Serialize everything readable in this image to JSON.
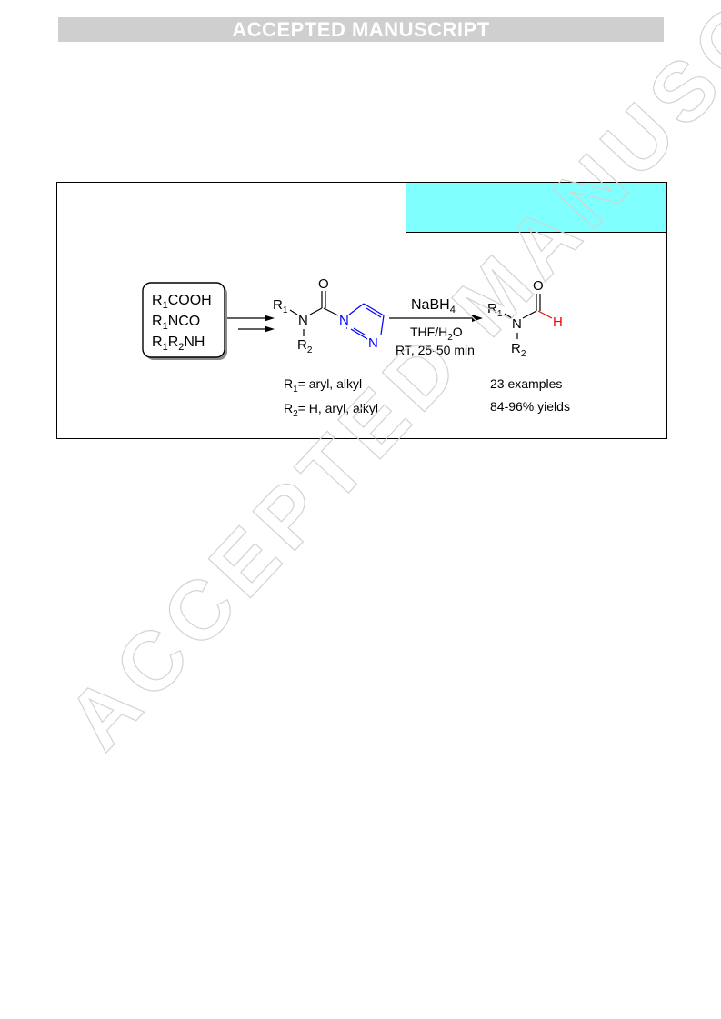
{
  "banner": {
    "text": "ACCEPTED MANUSCRIPT"
  },
  "watermark": {
    "text": "ACCEPTED MANUSCRIPT"
  },
  "scheme": {
    "reagents": {
      "line1": [
        "R",
        "1",
        "COOH"
      ],
      "line2": [
        "R",
        "1",
        "NCO"
      ],
      "line3": [
        "R",
        "1",
        "R",
        "2",
        "NH"
      ]
    },
    "intermediate": {
      "O": "O",
      "R1": [
        "R",
        "1"
      ],
      "N_amide": "N",
      "R2": [
        "R",
        "2"
      ],
      "N_imid1": "N",
      "N_imid3": "N"
    },
    "conditions": {
      "reagent": [
        "NaBH",
        "4"
      ],
      "solvent": [
        "THF/H",
        "2",
        "O"
      ],
      "temp_time": "RT, 25-50 min"
    },
    "product": {
      "O": "O",
      "R1": [
        "R",
        "1"
      ],
      "N": "N",
      "H": "H",
      "R2": [
        "R",
        "2"
      ]
    },
    "scope": {
      "r1_def": [
        "R",
        "1",
        "= aryl, alkyl"
      ],
      "r2_def": [
        "R",
        "2",
        "= H, aryl, alkyl"
      ],
      "examples": "23 examples",
      "yields": "84-96% yields"
    },
    "colors": {
      "imidazole": "#0000ff",
      "aldehyde_h": "#ff0000",
      "cyan_box": "#80ffff"
    }
  }
}
